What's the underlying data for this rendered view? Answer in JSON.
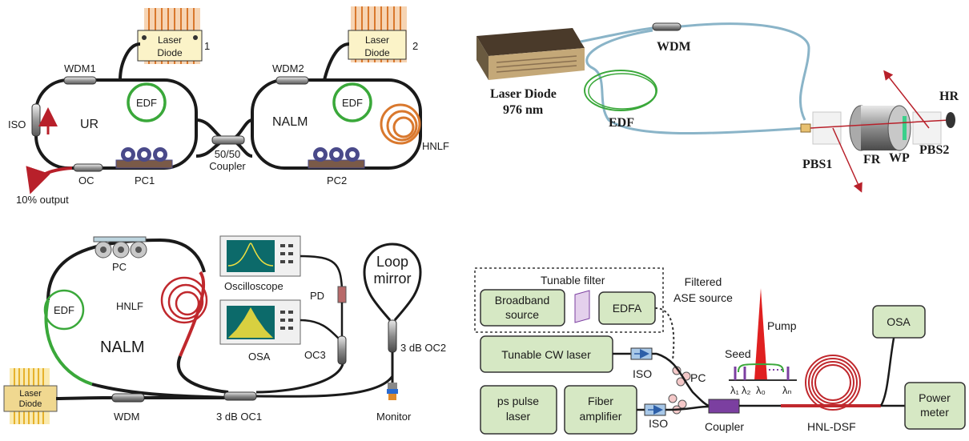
{
  "panel_a": {
    "laser_diode_1": "Laser Diode",
    "laser_diode_1_num": "1",
    "laser_diode_2": "Laser Diode",
    "laser_diode_2_num": "2",
    "wdm1": "WDM1",
    "wdm2": "WDM2",
    "edf_1": "EDF",
    "edf_2": "EDF",
    "iso": "ISO",
    "ur": "UR",
    "nalm": "NALM",
    "coupler_line1": "50/50",
    "coupler_line2": "Coupler",
    "hnlf": "HNLF",
    "oc": "OC",
    "pc1": "PC1",
    "pc2": "PC2",
    "output": "10% output"
  },
  "panel_b": {
    "wdm": "WDM",
    "laser_diode": "Laser Diode",
    "wavelength": "976 nm",
    "edf": "EDF",
    "pbs1": "PBS1",
    "fr": "FR",
    "wp": "WP",
    "pbs2": "PBS2",
    "hr": "HR"
  },
  "panel_c": {
    "pc": "PC",
    "hnlf": "HNLF",
    "edf": "EDF",
    "nalm": "NALM",
    "oscilloscope": "Oscilloscope",
    "pd": "PD",
    "osa": "OSA",
    "oc3": "OC3",
    "loop_mirror_line1": "Loop",
    "loop_mirror_line2": "mirror",
    "oc2": "3 dB OC2",
    "laser_line1": "Laser",
    "laser_line2": "Diode",
    "wdm": "WDM",
    "oc1": "3 dB OC1",
    "monitor": "Monitor"
  },
  "panel_d": {
    "tunable_filter": "Tunable filter",
    "broadband_line1": "Broadband",
    "broadband_line2": "source",
    "edfa": "EDFA",
    "filtered_line1": "Filtered",
    "filtered_line2": "ASE source",
    "pump": "Pump",
    "seed": "Seed",
    "lambda_labels": [
      "λ₁",
      "λ₂",
      "λ₀",
      "λₙ"
    ],
    "tunable_cw": "Tunable CW laser",
    "iso_1": "ISO",
    "pc": "PC",
    "osa": "OSA",
    "ps_line1": "ps pulse",
    "ps_line2": "laser",
    "fiber_line1": "Fiber",
    "fiber_line2": "amplifier",
    "iso_2": "ISO",
    "coupler": "Coupler",
    "hnl_dsf": "HNL-DSF",
    "power_line1": "Power",
    "power_line2": "meter"
  },
  "colors": {
    "fiber": "#1a1a1a",
    "edf_green": "#3aa83a",
    "hnlf_orange": "#d9782d",
    "hnlf_red": "#c0282d",
    "box_fill": "#d6e8c4",
    "arrow_red": "#b8202a",
    "pump_red": "#e02020",
    "seed_purple": "#7b3fa0",
    "fiber_blue": "#8ab4c8"
  }
}
